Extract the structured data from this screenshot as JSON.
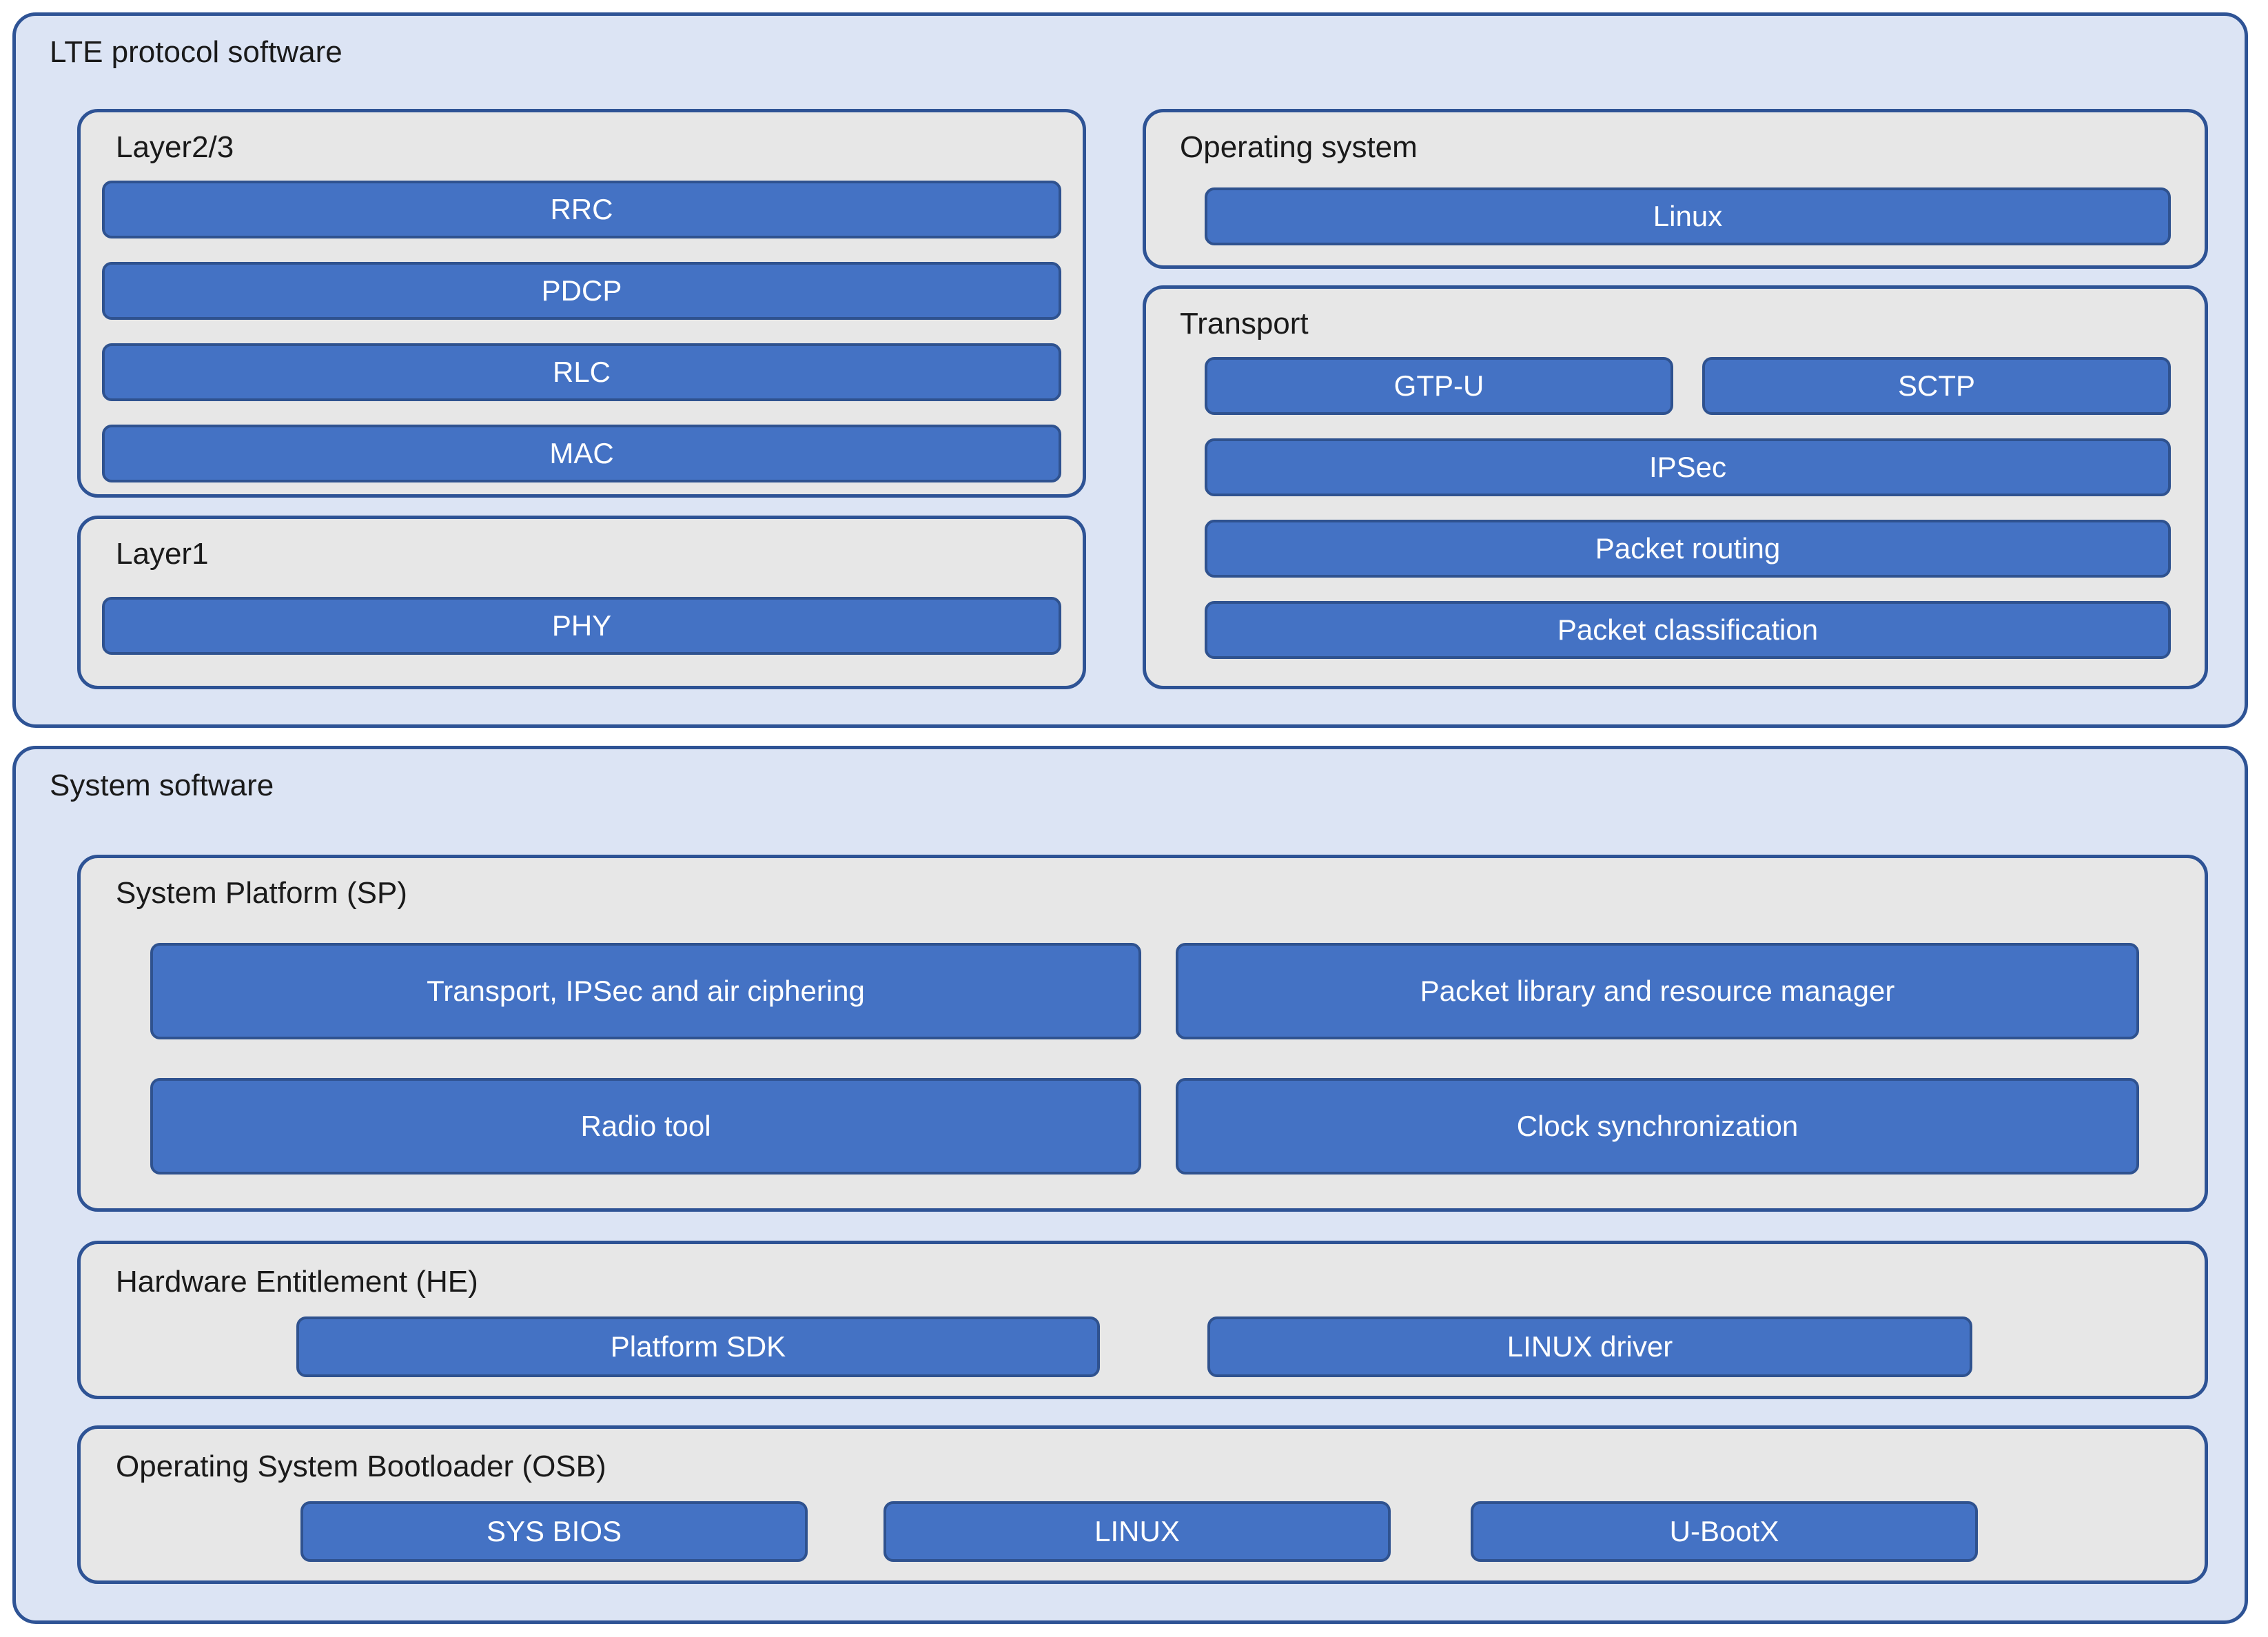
{
  "diagram": {
    "type": "layered-architecture-block-diagram",
    "colors": {
      "panel_fill": "#DCE4F4",
      "panel_border": "#2E5395",
      "group_fill": "#E7E7E7",
      "group_border": "#2E5395",
      "component_fill": "#4472C4",
      "component_border": "#2F528F",
      "component_text": "#FFFFFF",
      "title_text": "#1A1A1A"
    }
  },
  "panels": [
    {
      "title": "LTE protocol software",
      "groups": [
        {
          "title": "Layer2/3",
          "components": [
            "RRC",
            "PDCP",
            "RLC",
            "MAC"
          ]
        },
        {
          "title": "Layer1",
          "components": [
            "PHY"
          ]
        },
        {
          "title": "Operating system",
          "components": [
            "Linux"
          ]
        },
        {
          "title": "Transport",
          "components": [
            "GTP-U",
            "SCTP",
            "IPSec",
            "Packet routing",
            "Packet classification"
          ]
        }
      ]
    },
    {
      "title": "System software",
      "groups": [
        {
          "title": "System Platform (SP)",
          "components": [
            "Transport, IPSec and air ciphering",
            "Packet library and resource manager",
            "Radio tool",
            "Clock synchronization"
          ]
        },
        {
          "title": "Hardware Entitlement (HE)",
          "components": [
            "Platform SDK",
            "LINUX driver"
          ]
        },
        {
          "title": "Operating System Bootloader (OSB)",
          "components": [
            "SYS BIOS",
            "LINUX",
            "U-BootX"
          ]
        }
      ]
    }
  ]
}
